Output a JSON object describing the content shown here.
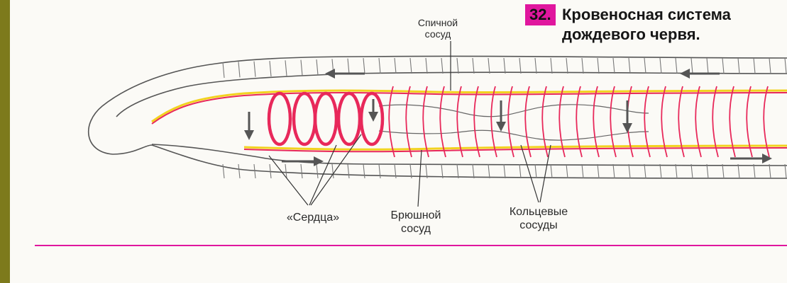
{
  "title": {
    "number": "32.",
    "line1": "Кровеносная система",
    "line2": "дождевого червя."
  },
  "labels": {
    "dorsal": [
      "Спичной",
      "сосуд"
    ],
    "hearts": "«Сердца»",
    "ventral": [
      "Брюшной",
      "сосуд"
    ],
    "rings": [
      "Кольцевые",
      "сосуды"
    ]
  },
  "colors": {
    "background": "#7d7a1c",
    "paper": "#fbfaf6",
    "vessel": "#e8285a",
    "vessel_highlight": "#f2d21f",
    "title_badge": "#e0169e",
    "bottom_rule": "#e0169e"
  }
}
